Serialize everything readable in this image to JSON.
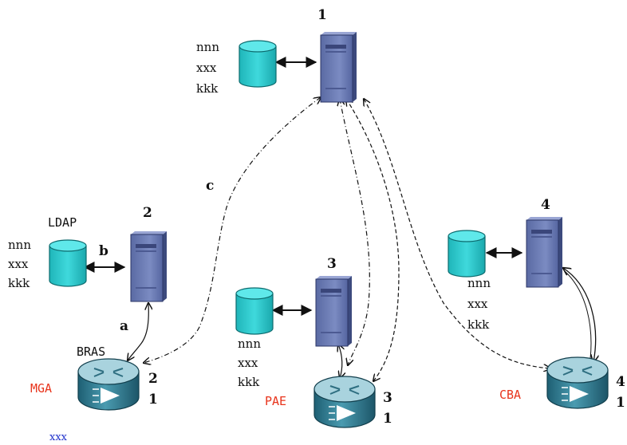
{
  "colors": {
    "database": "#27c4c8",
    "server": "#6f7fb3",
    "router": "#2f7f96",
    "label_red": "#e8341c",
    "label_blue": "#2233cc"
  },
  "icons": [
    "database-icon",
    "server-icon",
    "router-icon"
  ],
  "nodes": {
    "server1": {
      "number": "1",
      "db_lines": [
        "nnn",
        "xxx",
        "kkk"
      ]
    },
    "server2": {
      "number": "2",
      "db_title": "LDAP",
      "db_lines": [
        "nnn",
        "xxx",
        "kkk"
      ]
    },
    "server3": {
      "number": "3",
      "db_lines": [
        "nnn",
        "xxx",
        "kkk"
      ]
    },
    "server4": {
      "number": "4",
      "db_lines": [
        "nnn",
        "xxx",
        "kkk"
      ]
    }
  },
  "routers": {
    "mga": {
      "name": "MGA",
      "role": "BRAS",
      "id_top": "2",
      "id_bottom": "1",
      "footnote": "xxx"
    },
    "pae": {
      "name": "PAE",
      "id_top": "3",
      "id_bottom": "1"
    },
    "cba": {
      "name": "CBA",
      "id_top": "4",
      "id_bottom": "1"
    }
  },
  "links": {
    "a": "a",
    "b": "b",
    "c": "c"
  }
}
